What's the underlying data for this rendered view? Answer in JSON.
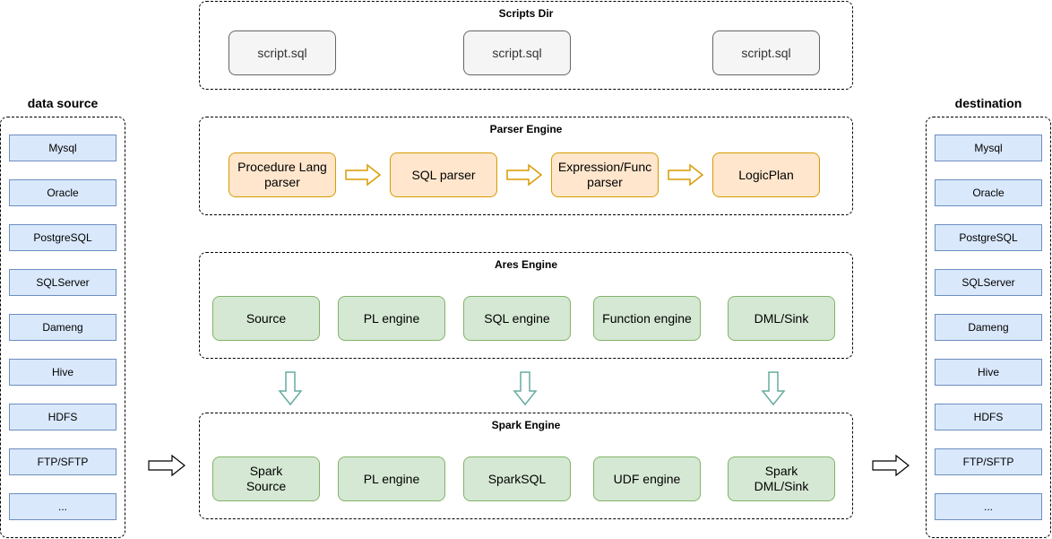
{
  "scripts_dir": {
    "title": "Scripts Dir",
    "items": [
      "script.sql",
      "script.sql",
      "script.sql"
    ]
  },
  "parser_engine": {
    "title": "Parser Engine",
    "items": [
      "Procedure Lang\nparser",
      "SQL parser",
      "Expression/Func\nparser",
      "LogicPlan"
    ]
  },
  "ares_engine": {
    "title": "Ares Engine",
    "items": [
      "Source",
      "PL engine",
      "SQL engine",
      "Function engine",
      "DML/Sink"
    ]
  },
  "spark_engine": {
    "title": "Spark Engine",
    "items": [
      "Spark\nSource",
      "PL engine",
      "SparkSQL",
      "UDF engine",
      "Spark\nDML/Sink"
    ]
  },
  "data_source": {
    "title": "data source",
    "items": [
      "Mysql",
      "Oracle",
      "PostgreSQL",
      "SQLServer",
      "Dameng",
      "Hive",
      "HDFS",
      "FTP/SFTP",
      "..."
    ]
  },
  "destination": {
    "title": "destination",
    "items": [
      "Mysql",
      "Oracle",
      "PostgreSQL",
      "SQLServer",
      "Dameng",
      "Hive",
      "HDFS",
      "FTP/SFTP",
      "..."
    ]
  },
  "colors": {
    "gray_fill": "#f5f5f5",
    "gray_stroke": "#666666",
    "orange_fill": "#ffe6cc",
    "orange_stroke": "#d79b00",
    "green_fill": "#d5e8d4",
    "green_stroke": "#82b366",
    "blue_fill": "#dae8fc",
    "blue_stroke": "#6c8ebf",
    "down_arrow_stroke": "#67ab9f"
  }
}
